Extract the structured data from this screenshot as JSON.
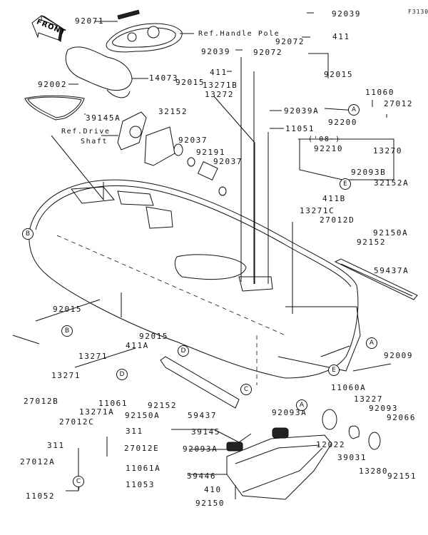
{
  "diagram": {
    "figure_code": "F3130",
    "front_marker": "FRONT",
    "references": {
      "handle_pole": "Ref.Handle Pole",
      "drive_shaft_line1": "Ref.Drive",
      "drive_shaft_line2": "Shaft"
    },
    "year_note": "('08~)",
    "callouts": [
      "A",
      "B",
      "C",
      "D",
      "E"
    ],
    "parts": [
      {
        "id": "92071",
        "label": "92071"
      },
      {
        "id": "92002",
        "label": "92002"
      },
      {
        "id": "14073",
        "label": "14073"
      },
      {
        "id": "39145A",
        "label": "39145A"
      },
      {
        "id": "92015_a",
        "label": "92015"
      },
      {
        "id": "13271B",
        "label": "13271B"
      },
      {
        "id": "13272",
        "label": "13272"
      },
      {
        "id": "32152",
        "label": "32152"
      },
      {
        "id": "92037_a",
        "label": "92037"
      },
      {
        "id": "92191",
        "label": "92191"
      },
      {
        "id": "92037_b",
        "label": "92037"
      },
      {
        "id": "92039_a",
        "label": "92039"
      },
      {
        "id": "411_a",
        "label": "411"
      },
      {
        "id": "92072_a",
        "label": "92072"
      },
      {
        "id": "92072_b",
        "label": "92072"
      },
      {
        "id": "92039_b",
        "label": "92039"
      },
      {
        "id": "411_b",
        "label": "411"
      },
      {
        "id": "92039A",
        "label": "92039A"
      },
      {
        "id": "11051",
        "label": "11051"
      },
      {
        "id": "92015_b",
        "label": "92015"
      },
      {
        "id": "92200",
        "label": "92200"
      },
      {
        "id": "11060",
        "label": "11060"
      },
      {
        "id": "27012",
        "label": "27012"
      },
      {
        "id": "13270",
        "label": "13270"
      },
      {
        "id": "92210",
        "label": "92210"
      },
      {
        "id": "92093B",
        "label": "92093B"
      },
      {
        "id": "32152A",
        "label": "32152A"
      },
      {
        "id": "411B",
        "label": "411B"
      },
      {
        "id": "13271C",
        "label": "13271C"
      },
      {
        "id": "27012D",
        "label": "27012D"
      },
      {
        "id": "92150A_a",
        "label": "92150A"
      },
      {
        "id": "92152_a",
        "label": "92152"
      },
      {
        "id": "59437A",
        "label": "59437A"
      },
      {
        "id": "92015_c",
        "label": "92015"
      },
      {
        "id": "13271_a",
        "label": "13271"
      },
      {
        "id": "13271_b",
        "label": "13271"
      },
      {
        "id": "27012B",
        "label": "27012B"
      },
      {
        "id": "92015_d",
        "label": "92015"
      },
      {
        "id": "411A",
        "label": "411A"
      },
      {
        "id": "11061",
        "label": "11061"
      },
      {
        "id": "13271A",
        "label": "13271A"
      },
      {
        "id": "27012C",
        "label": "27012C"
      },
      {
        "id": "92150A_b",
        "label": "92150A"
      },
      {
        "id": "92152_b",
        "label": "92152"
      },
      {
        "id": "59437",
        "label": "59437"
      },
      {
        "id": "311_a",
        "label": "311"
      },
      {
        "id": "27012E",
        "label": "27012E"
      },
      {
        "id": "311_b",
        "label": "311"
      },
      {
        "id": "27012A",
        "label": "27012A"
      },
      {
        "id": "11061A",
        "label": "11061A"
      },
      {
        "id": "11053",
        "label": "11053"
      },
      {
        "id": "11052",
        "label": "11052"
      },
      {
        "id": "39145",
        "label": "39145"
      },
      {
        "id": "92093A_a",
        "label": "92093A"
      },
      {
        "id": "92093A_b",
        "label": "92093A"
      },
      {
        "id": "59446",
        "label": "59446"
      },
      {
        "id": "410",
        "label": "410"
      },
      {
        "id": "92150",
        "label": "92150"
      },
      {
        "id": "11060A",
        "label": "11060A"
      },
      {
        "id": "92009",
        "label": "92009"
      },
      {
        "id": "13227",
        "label": "13227"
      },
      {
        "id": "92093",
        "label": "92093"
      },
      {
        "id": "92066",
        "label": "92066"
      },
      {
        "id": "12022",
        "label": "12022"
      },
      {
        "id": "39031",
        "label": "39031"
      },
      {
        "id": "13280",
        "label": "13280"
      },
      {
        "id": "92151",
        "label": "92151"
      }
    ]
  }
}
